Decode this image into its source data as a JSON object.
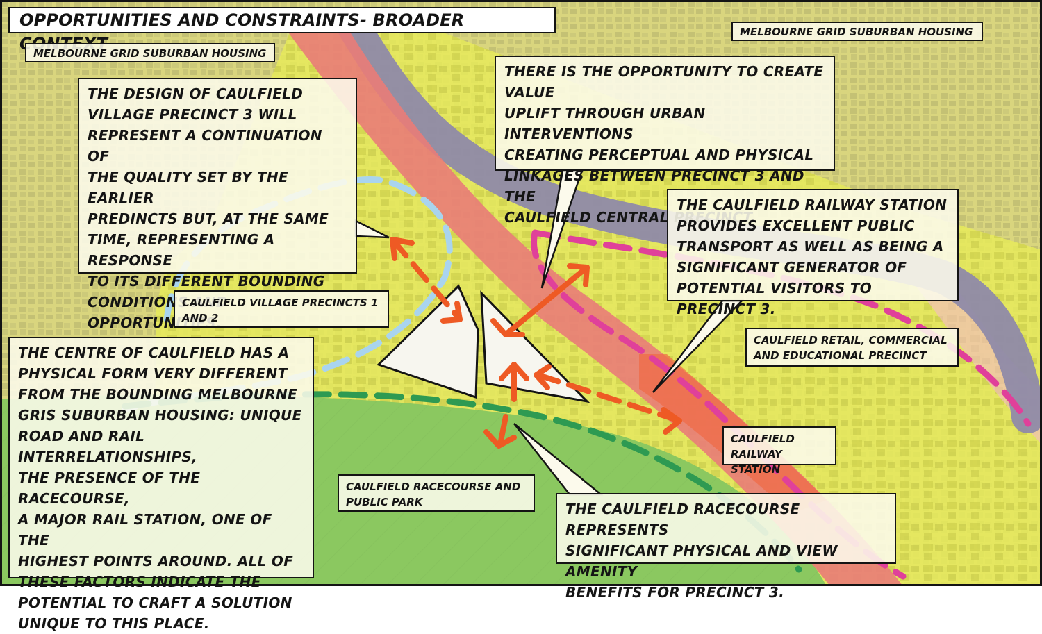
{
  "title": "Opportunities and Constraints- Broader Context",
  "labels": {
    "housing_left": "Melbourne Grid Suburban Housing",
    "housing_right": "Melbourne Grid Suburban Housing",
    "village_precincts": "Caulfield Village Precincts 1\nand 2",
    "retail_precinct": "Caulfield Retail, Commercial\nand Educational Precinct",
    "railway_station": "Caulfield\nRailway Station",
    "racecourse": "Caulfield Racecourse and\nPublic Park"
  },
  "notes": {
    "design_continuation": "The design of Caulfield\nVillage Precinct 3 will\nrepresent a continuation of\nthe quality set by the earlier\npredincts but, at the same\ntime, representing a response\nto its different bounding\nconditions and\nopportunities.",
    "value_uplift": "There is the opportunity to create value\nuplift through urban interventions\ncreating perceptual and physical\nlinkages between Precinct 3 and the\nCaulfield Central Precinct.",
    "railway_station": "The Caulfield railway station\nprovides excellent public\ntransport as well as being a\nsignificant generator of\npotential visitors to Precinct 3.",
    "centre_of_caulfield": "The centre of Caulfield has a\nphysical form very different\nfrom the bounding Melbourne\ngris suburban housing: unique\nroad and rail interrelationships,\nthe presence of the racecourse,\na major rail station, one of the\nhighest points around. All of\nthese factors indicate the\npotential to craft a solution\nunique to this place.",
    "racecourse": "The Caulfield racecourse represents\nsignificant physical and view amenity\nbenefits for Precinct 3."
  },
  "colors": {
    "suburb": "#d9d57e",
    "central": "#e6ea5a",
    "rail_corridor": "#e97c78",
    "road": "#8f8aa8",
    "racecourse": "#8bc860",
    "arrows": "#ee5a24",
    "precinct_outline_blue": "#a9d4ee",
    "retail_outline_pink": "#e0409a",
    "racecourse_outline_green": "#2e9a52",
    "site": "#f7f6ef"
  }
}
